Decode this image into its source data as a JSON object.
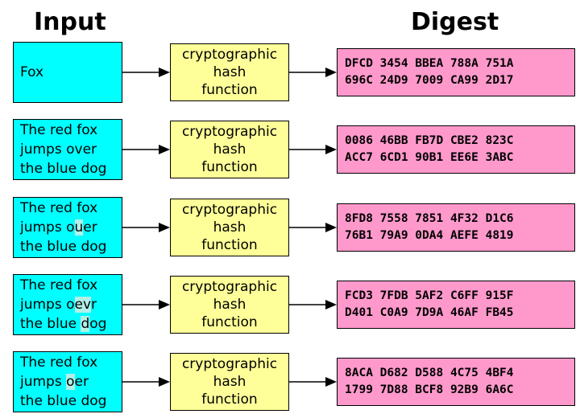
{
  "headers": {
    "input": "Input",
    "digest": "Digest"
  },
  "hash_label": [
    "cryptographic",
    "hash",
    "function"
  ],
  "rows": [
    {
      "input": [
        [
          {
            "t": "Fox",
            "h": false
          }
        ]
      ],
      "digest": [
        "DFCD 3454 BBEA 788A 751A",
        "696C 24D9 7009 CA99 2D17"
      ]
    },
    {
      "input": [
        [
          {
            "t": "The red fox",
            "h": false
          }
        ],
        [
          {
            "t": "jumps over",
            "h": false
          }
        ],
        [
          {
            "t": "the blue dog",
            "h": false
          }
        ]
      ],
      "digest": [
        "0086 46BB FB7D CBE2 823C",
        "ACC7 6CD1 90B1 EE6E 3ABC"
      ]
    },
    {
      "input": [
        [
          {
            "t": "The red fox",
            "h": false
          }
        ],
        [
          {
            "t": "jumps o",
            "h": false
          },
          {
            "t": "u",
            "h": true
          },
          {
            "t": "er",
            "h": false
          }
        ],
        [
          {
            "t": "the blue dog",
            "h": false
          }
        ]
      ],
      "digest": [
        "8FD8 7558 7851 4F32 D1C6",
        "76B1 79A9 0DA4 AEFE 4819"
      ]
    },
    {
      "input": [
        [
          {
            "t": "The red fox",
            "h": false
          }
        ],
        [
          {
            "t": "jumps o",
            "h": false
          },
          {
            "t": "ev",
            "h": true
          },
          {
            "t": "r",
            "h": false
          }
        ],
        [
          {
            "t": "the blue ",
            "h": false
          },
          {
            "t": "d",
            "h": true
          },
          {
            "t": "og",
            "h": false
          }
        ]
      ],
      "digest": [
        "FCD3 7FDB 5AF2 C6FF 915F",
        "D401 C0A9 7D9A 46AF FB45"
      ]
    },
    {
      "input": [
        [
          {
            "t": "The red fox",
            "h": false
          }
        ],
        [
          {
            "t": "jumps ",
            "h": false
          },
          {
            "t": "o",
            "h": true
          },
          {
            "t": "er",
            "h": false
          }
        ],
        [
          {
            "t": "the blue dog",
            "h": false
          }
        ]
      ],
      "digest": [
        "8ACA D682 D588 4C75 4BF4",
        "1799 7D88 BCF8 92B9 6A6C"
      ]
    }
  ]
}
